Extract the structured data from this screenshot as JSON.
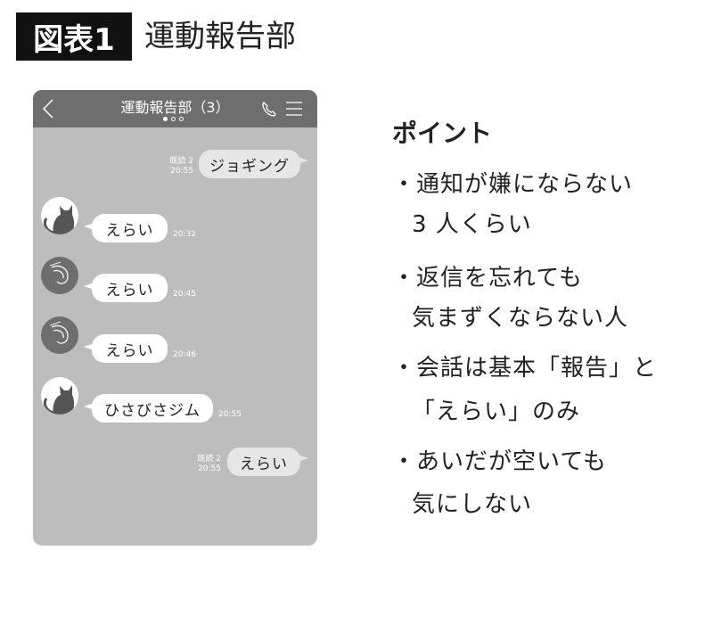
{
  "figure": {
    "label": "図表1",
    "title": "運動報告部"
  },
  "chat": {
    "title": "運動報告部（3）",
    "messages": [
      {
        "side": "mine",
        "text": "ジョギング",
        "read": "既読 2",
        "time": "20:55"
      },
      {
        "side": "theirs",
        "avatar": "cat",
        "text": "えらい",
        "time": "20:32"
      },
      {
        "side": "theirs",
        "avatar": "shrimp",
        "text": "えらい",
        "time": "20:45"
      },
      {
        "side": "theirs",
        "avatar": "shrimp",
        "text": "えらい",
        "time": "20:46"
      },
      {
        "side": "theirs",
        "avatar": "cat",
        "text": "ひさびさジム",
        "time": "20:55"
      },
      {
        "side": "mine",
        "text": "えらい",
        "read": "既読 2",
        "time": "20:55"
      }
    ]
  },
  "points": {
    "title": "ポイント",
    "items": [
      {
        "line1": "・通知が嫌にならない",
        "line2": "3 人くらい"
      },
      {
        "line1": "・返信を忘れても",
        "line2": "気まずくならない人"
      },
      {
        "line1": "・会話は基本「報告」と",
        "line2": "「えらい」のみ"
      },
      {
        "line1": "・あいだが空いても",
        "line2": "気にしない"
      }
    ]
  }
}
